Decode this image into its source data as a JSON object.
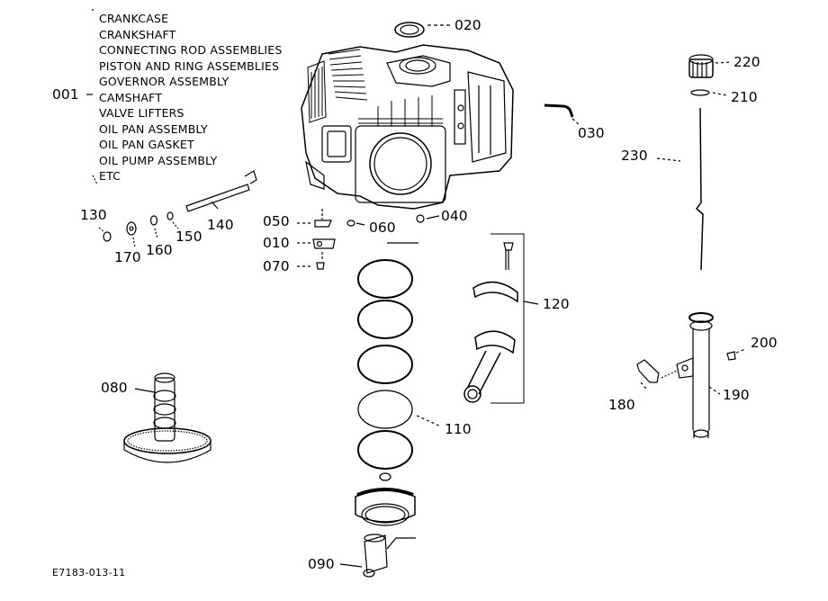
{
  "assembly_contents": [
    "CRANKCASE",
    "CRANKSHAFT",
    "CONNECTING ROD ASSEMBLIES",
    "PISTON AND RING ASSEMBLIES",
    "GOVERNOR ASSEMBLY",
    "CAMSHAFT",
    "VALVE LIFTERS",
    "OIL PAN ASSEMBLY",
    "OIL PAN GASKET",
    "OIL PUMP ASSEMBLY",
    "ETC"
  ],
  "callouts": {
    "c001": "001",
    "c010": "010",
    "c020": "020",
    "c030": "030",
    "c040": "040",
    "c050": "050",
    "c060": "060",
    "c070": "070",
    "c080": "080",
    "c090": "090",
    "c110": "110",
    "c120": "120",
    "c130": "130",
    "c140": "140",
    "c150": "150",
    "c160": "160",
    "c170": "170",
    "c180": "180",
    "c190": "190",
    "c200": "200",
    "c210": "210",
    "c220": "220",
    "c230": "230"
  },
  "reference_code": "E7183-013-11"
}
